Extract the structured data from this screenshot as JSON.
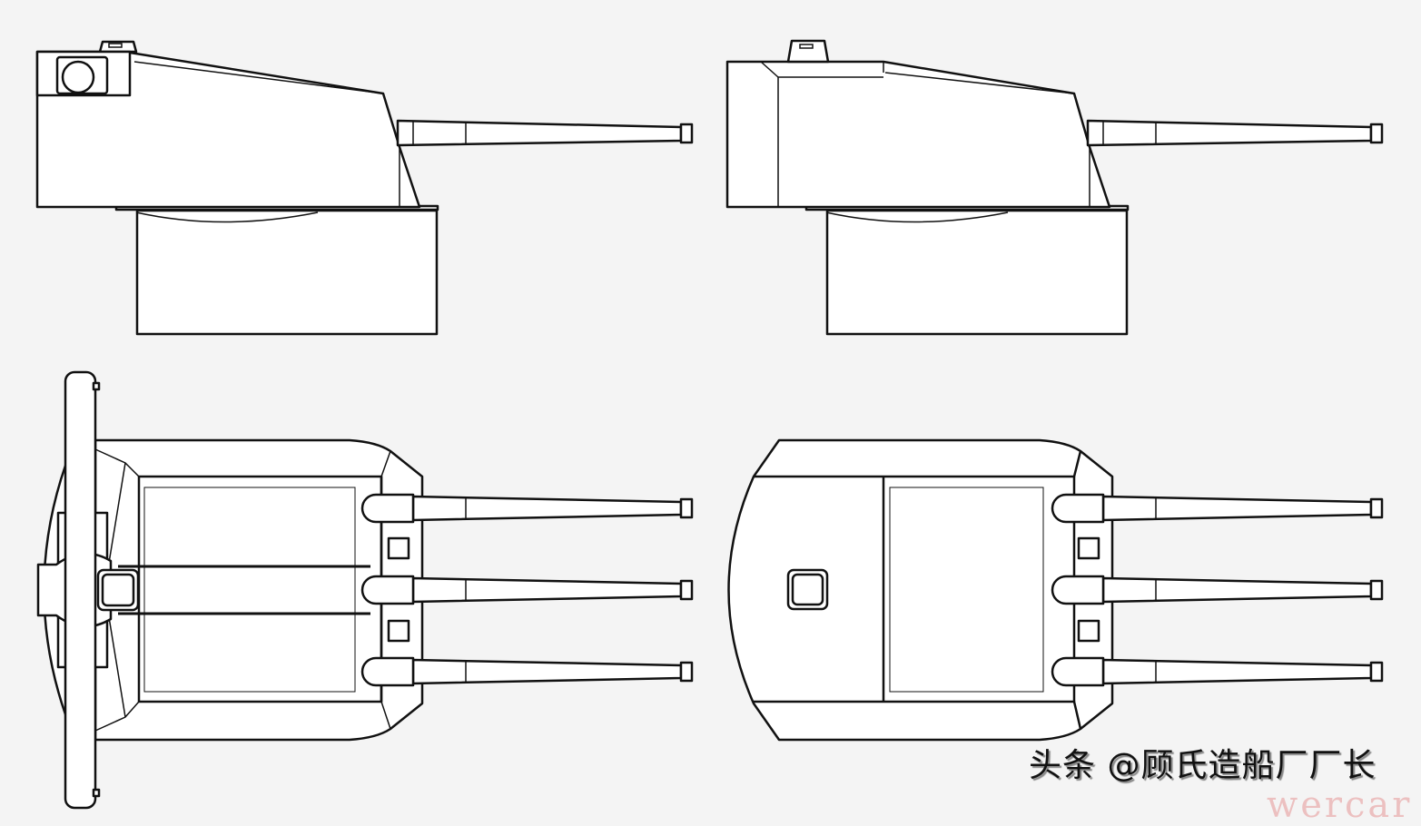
{
  "title": "Triple gun turret drawings – side and top views",
  "watermark": {
    "text": "头条 @顾氏造船厂厂长",
    "overlay": "wercar"
  },
  "colors": {
    "background": "#f4f4f4",
    "line": "#111111",
    "fill": "#ffffff"
  }
}
